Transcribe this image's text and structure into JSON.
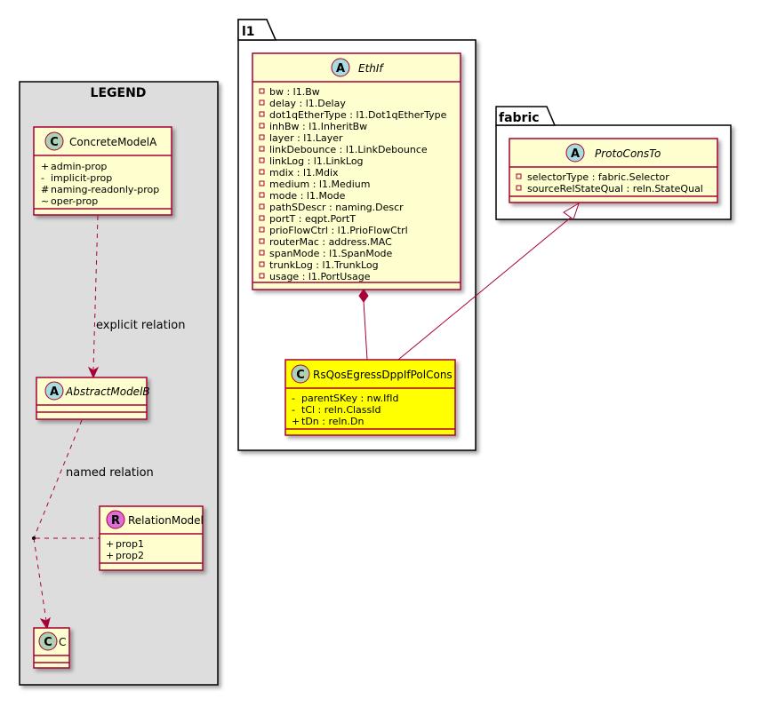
{
  "legend": {
    "title": "LEGEND",
    "concrete_model": {
      "stereotype": "C",
      "name": "ConcreteModelA",
      "attributes": [
        {
          "visibility": "+",
          "text": "admin-prop"
        },
        {
          "visibility": "-",
          "text": "implicit-prop"
        },
        {
          "visibility": "#",
          "text": "naming-readonly-prop"
        },
        {
          "visibility": "~",
          "text": "oper-prop"
        }
      ]
    },
    "abstract_model": {
      "stereotype": "A",
      "name": "AbstractModelB"
    },
    "relation_model": {
      "stereotype": "R",
      "name": "RelationModel",
      "attributes": [
        {
          "visibility": "+",
          "text": "prop1"
        },
        {
          "visibility": "+",
          "text": "prop2"
        }
      ]
    },
    "target_model": {
      "stereotype": "C",
      "name": "C"
    },
    "explicit_relation_label": "explicit relation",
    "named_relation_label": "named relation"
  },
  "packages": {
    "l1": {
      "name": "l1",
      "ethif": {
        "stereotype": "A",
        "name": "EthIf",
        "attributes": [
          "bw : l1.Bw",
          "delay : l1.Delay",
          "dot1qEtherType : l1.Dot1qEtherType",
          "inhBw : l1.InheritBw",
          "layer : l1.Layer",
          "linkDebounce : l1.LinkDebounce",
          "linkLog : l1.LinkLog",
          "mdix : l1.Mdix",
          "medium : l1.Medium",
          "mode : l1.Mode",
          "pathSDescr : naming.Descr",
          "portT : eqpt.PortT",
          "prioFlowCtrl : l1.PrioFlowCtrl",
          "routerMac : address.MAC",
          "spanMode : l1.SpanMode",
          "trunkLog : l1.TrunkLog",
          "usage : l1.PortUsage"
        ]
      },
      "rs_class": {
        "stereotype": "C",
        "name": "RsQosEgressDppIfPolCons",
        "attributes": [
          {
            "visibility": "-",
            "text": "parentSKey : nw.IfId"
          },
          {
            "visibility": "-",
            "text": "tCl : reln.ClassId"
          },
          {
            "visibility": "+",
            "text": "tDn : reln.Dn"
          }
        ]
      }
    },
    "fabric": {
      "name": "fabric",
      "protocons": {
        "stereotype": "A",
        "name": "ProtoConsTo",
        "attributes": [
          "selectorType : fabric.Selector",
          "sourceRelStateQual : reln.StateQual"
        ]
      }
    }
  },
  "colors": {
    "class_fill": "#FEFECE",
    "class_border": "#A80036",
    "highlight_fill": "#FFFF00",
    "legend_fill": "#DDDDDD",
    "circle_c": "#ADD1B2",
    "circle_a": "#A9DCDF",
    "circle_r": "#DA70D6"
  }
}
